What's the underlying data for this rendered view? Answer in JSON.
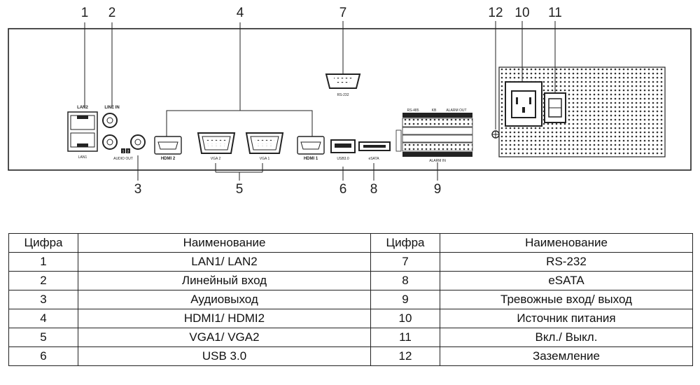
{
  "callouts": [
    "1",
    "2",
    "3",
    "4",
    "5",
    "6",
    "7",
    "8",
    "9",
    "10",
    "11",
    "12"
  ],
  "panel": {
    "lan2": "LAN2",
    "lan1": "LAN1",
    "line_in": "LINE IN",
    "audio_out": "AUDIO OUT",
    "audio_channels": [
      "1",
      "2"
    ],
    "hdmi2": "HDMI 2",
    "hdmi1": "HDMI 1",
    "vga2": "VGA 2",
    "vga1": "VGA 1",
    "usb": "USB3.0",
    "esata": "eSATA",
    "rs232": "RS-232",
    "rs485": "RS-485",
    "kb": "KB",
    "alarm_out": "ALARM OUT",
    "alarm_in": "ALARM IN"
  },
  "table": {
    "headers": [
      "Цифра",
      "Наименование",
      "Цифра",
      "Наименование"
    ],
    "rows": [
      [
        "1",
        "LAN1/ LAN2",
        "7",
        "RS-232"
      ],
      [
        "2",
        "Линейный вход",
        "8",
        "eSATA"
      ],
      [
        "3",
        "Аудиовыход",
        "9",
        "Тревожные вход/ выход"
      ],
      [
        "4",
        "HDMI1/ HDMI2",
        "10",
        "Источник питания"
      ],
      [
        "5",
        "VGA1/ VGA2",
        "11",
        "Вкл./ Выкл."
      ],
      [
        "6",
        "USB 3.0",
        "12",
        "Заземление"
      ]
    ]
  }
}
